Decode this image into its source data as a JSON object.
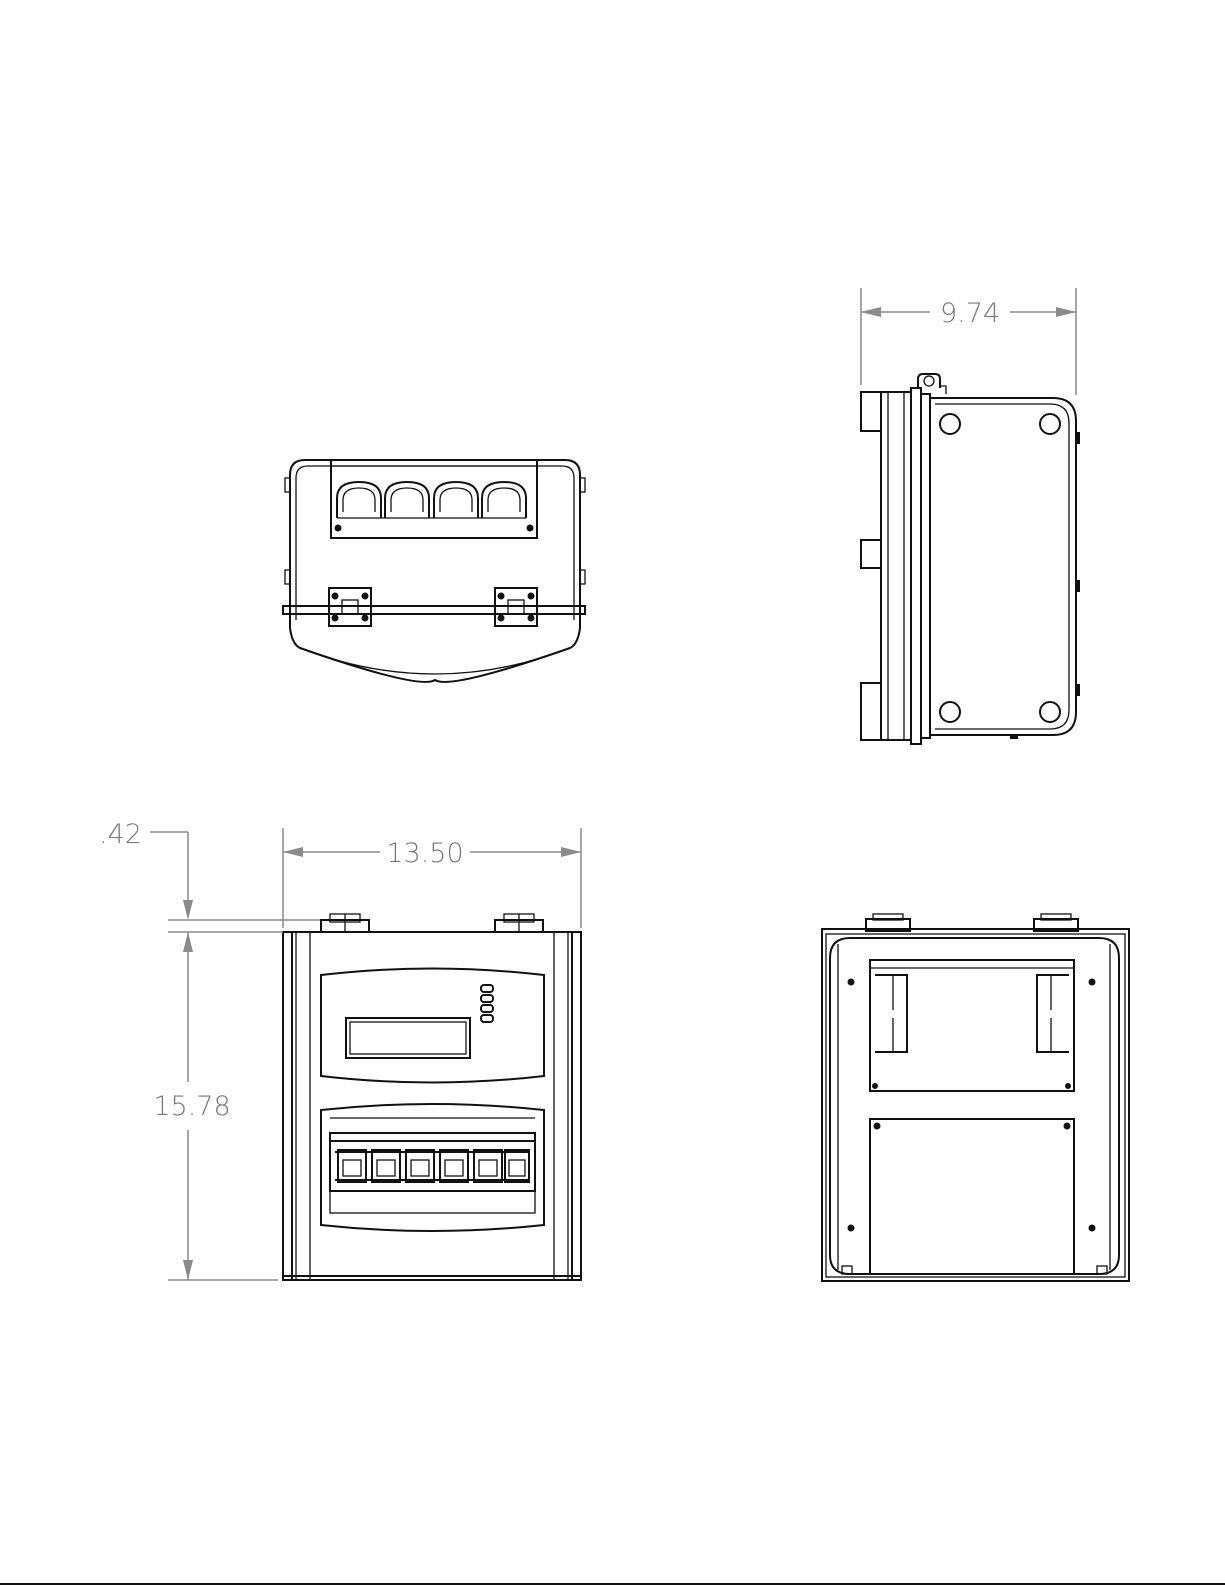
{
  "dimensions": {
    "side_depth": "9.74",
    "lid_offset": ".42",
    "front_width": "13.50",
    "front_height": "15.78"
  }
}
